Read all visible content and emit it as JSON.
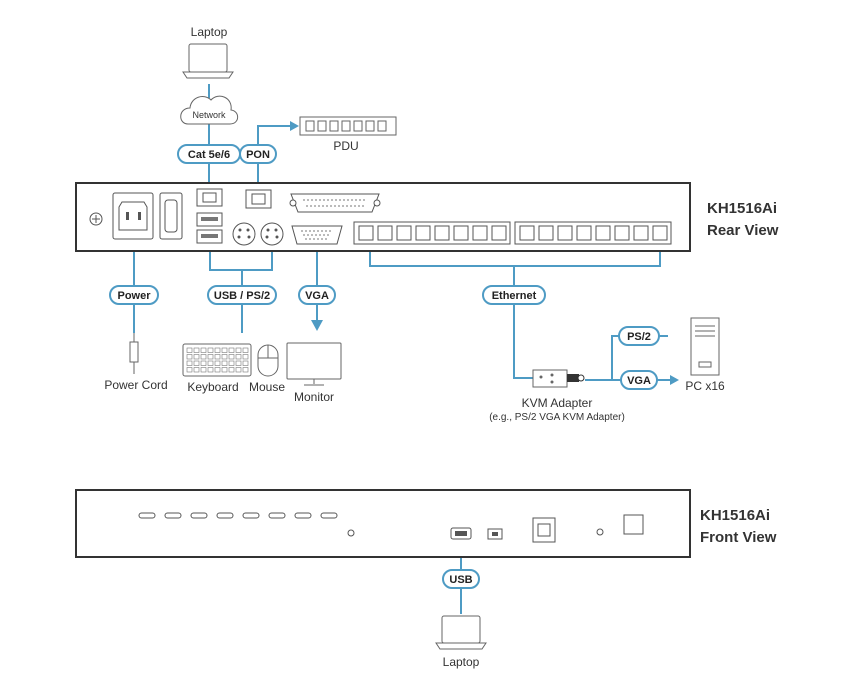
{
  "rear": {
    "model": "KH1516Ai",
    "view": "Rear View",
    "top_laptop_label": "Laptop",
    "network_label": "Network",
    "pdu_label": "PDU",
    "connections": {
      "cat": "Cat 5e/6",
      "pon": "PON",
      "power": "Power",
      "usb_ps2": "USB / PS/2",
      "vga": "VGA",
      "ethernet": "Ethernet",
      "ps2": "PS/2",
      "vga2": "VGA"
    },
    "devices": {
      "power_cord": "Power Cord",
      "keyboard": "Keyboard",
      "mouse": "Mouse",
      "monitor": "Monitor",
      "kvm_adapter": "KVM Adapter",
      "kvm_adapter_note": "(e.g., PS/2 VGA KVM Adapter)",
      "pc": "PC x16"
    }
  },
  "front": {
    "model": "KH1516Ai",
    "view": "Front View",
    "usb": "USB",
    "laptop_label": "Laptop"
  },
  "colors": {
    "wire": "#4e9bc4",
    "outline": "#333333",
    "device": "#666666"
  },
  "icons": [
    "laptop-icon",
    "cloud-icon",
    "pdu-icon",
    "keyboard-icon",
    "mouse-icon",
    "monitor-icon",
    "kvm-adapter-icon",
    "pc-tower-icon",
    "power-plug-icon"
  ]
}
